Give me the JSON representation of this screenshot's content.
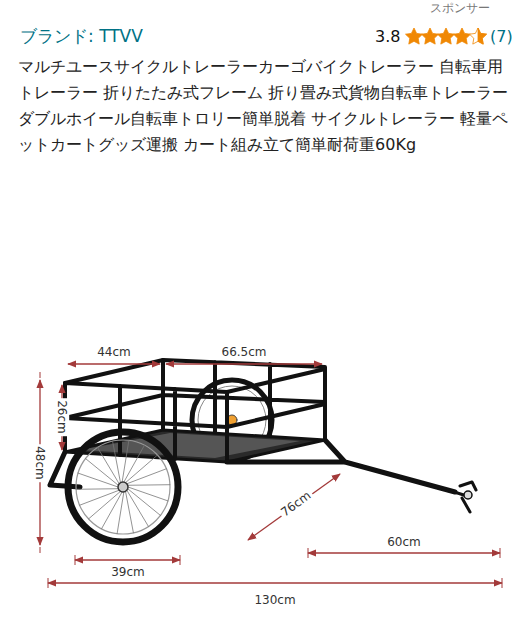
{
  "diagram": {
    "labels": [
      "スポンサー",
      "ブランド: TTVV",
      "3.8",
      "(7)",
      "マルチユースサイクルトレーラーカーゴバイクトレーラー 自転車用トレーラー 折りたたみ式フレーム 折り畳み式貨物自転車トレーラーダブルホイール自転車トロリー簡単脱着 サイクルトレーラー 軽量ペットカートグッズ運搬 カート組み立て簡単耐荷重60Kg",
      "44cm",
      "66.5cm",
      "26cm",
      "48cm",
      "76cm",
      "60cm",
      "39cm",
      "130cm"
    ]
  }
}
